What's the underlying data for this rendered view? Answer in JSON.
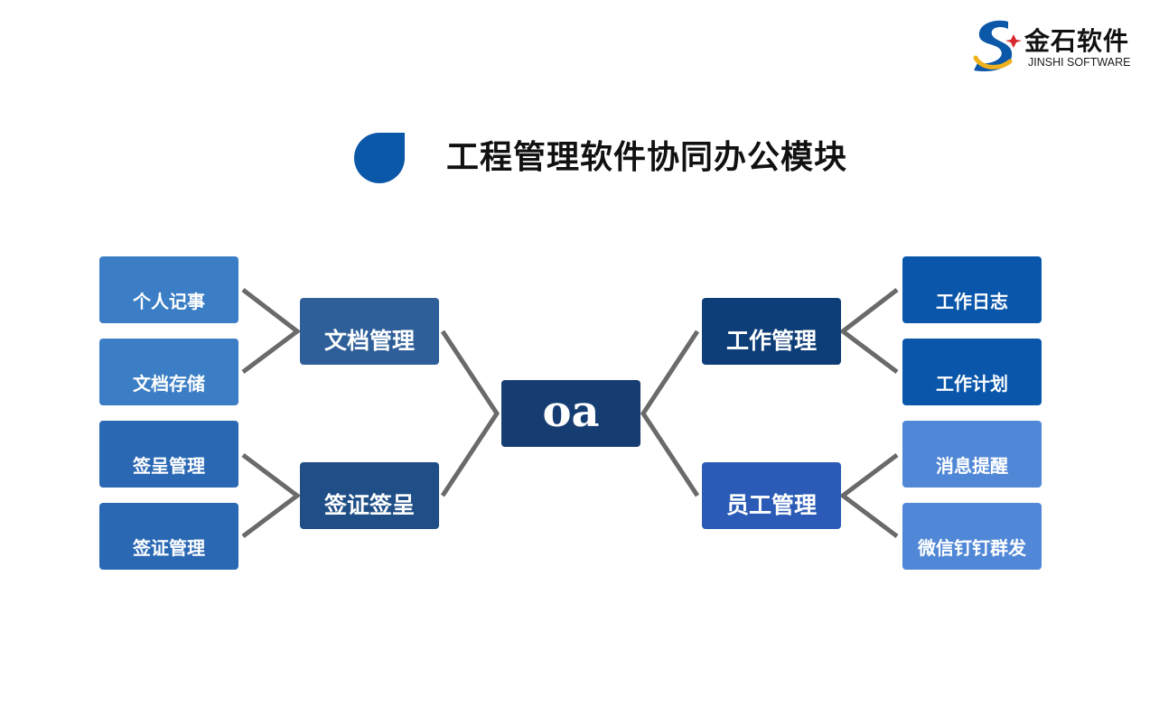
{
  "logo": {
    "name": "金石软件",
    "subtitle": "JINSHI SOFTWARE"
  },
  "title": "工程管理软件协同办公模块",
  "colors": {
    "leaf_left": "#3b7ec5",
    "leaf_left_dark": "#2a68b4",
    "mid_left_top": "#2e5f98",
    "mid_left_bottom": "#1f4f86",
    "center": "#163d72",
    "mid_right_top": "#0e3e78",
    "mid_right_bottom": "#2b5bb6",
    "leaf_right_dark": "#0a56aa",
    "leaf_right_light": "#5087d6",
    "connector": "#6a6a6a",
    "title_drop": "#0b57a8"
  },
  "tree": {
    "center": "oa",
    "left": [
      {
        "label": "文档管理",
        "children": [
          "个人记事",
          "文档存储"
        ]
      },
      {
        "label": "签证签呈",
        "children": [
          "签呈管理",
          "签证管理"
        ]
      }
    ],
    "right": [
      {
        "label": "工作管理",
        "children": [
          "工作日志",
          "工作计划"
        ]
      },
      {
        "label": "员工管理",
        "children": [
          "消息提醒",
          "微信钉钉群发"
        ]
      }
    ]
  }
}
